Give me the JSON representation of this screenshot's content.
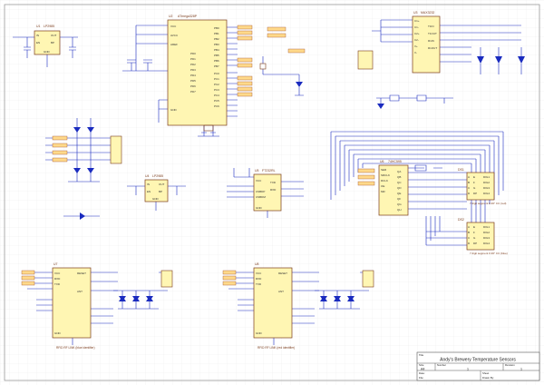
{
  "schematic": {
    "title_block": {
      "title": "Andy's Brewery Temperature Sensors",
      "size_label": "Size",
      "number_label": "Number",
      "revision_label": "Revision",
      "size_value": "A4",
      "number_value": "1",
      "revision_value": "1",
      "date_label": "Date:",
      "sheet_label": "Sheet",
      "file_label": "File:",
      "drawn_label": "Drawn By:"
    },
    "components": {
      "reg1": {
        "ref": "U1",
        "part": "LP2985",
        "pins": [
          "IN",
          "OUT",
          "GND",
          "EN",
          "BP"
        ]
      },
      "mcu": {
        "ref": "U2",
        "part": "ATmega328P",
        "pins": [
          "VCC",
          "AVCC",
          "AREF",
          "GND",
          "PB0",
          "PB1",
          "PB2",
          "PB3",
          "PB4",
          "PB5",
          "PB6",
          "PB7",
          "PC0",
          "PC1",
          "PC2",
          "PC3",
          "PC4",
          "PC5",
          "PC6",
          "PD0",
          "PD1",
          "PD2",
          "PD3",
          "PD4",
          "PD5",
          "PD6",
          "PD7"
        ]
      },
      "rs232": {
        "ref": "U3",
        "part": "MAX3232",
        "pins": [
          "C1+",
          "C1-",
          "C2+",
          "C2-",
          "V+",
          "V-",
          "T1IN",
          "T1OUT",
          "R1IN",
          "R1OUT"
        ]
      },
      "reg2": {
        "ref": "U4",
        "part": "LP2985",
        "pins": [
          "IN",
          "OUT",
          "GND",
          "EN",
          "BP"
        ]
      },
      "usb_uart": {
        "ref": "U5",
        "part": "FT232RL",
        "pins": [
          "VCC",
          "GND",
          "TXD",
          "RXD",
          "USBDP",
          "USBDM"
        ]
      },
      "shift": {
        "ref": "U6",
        "part": "74HC595",
        "pins": [
          "SER",
          "SRCLK",
          "RCLK",
          "OE",
          "MR",
          "QA",
          "QB",
          "QC",
          "QD",
          "QE",
          "QF",
          "QG",
          "QH"
        ]
      },
      "seg_red": {
        "ref": "DS1",
        "label": "7 digit segment 0.36\" CC (red)",
        "pins": [
          "A",
          "B",
          "C",
          "D",
          "E",
          "F",
          "G",
          "DP",
          "DIG1",
          "DIG2",
          "DIG3",
          "DIG4"
        ]
      },
      "seg_blue": {
        "ref": "DS2",
        "label": "7 digit segment 0.36\" CC (blue)",
        "pins": [
          "A",
          "B",
          "C",
          "D",
          "E",
          "F",
          "G",
          "DP",
          "DIG1",
          "DIG2",
          "DIG3",
          "DIG4"
        ]
      },
      "rf_blue": {
        "ref": "U7",
        "label": "RFID RF LINK (blue identifier)",
        "pins": [
          "VCC",
          "GND",
          "RXD",
          "TXD",
          "RESET",
          "ANT"
        ]
      },
      "rf_red": {
        "ref": "U8",
        "label": "RFID RF LINK (red identifier)",
        "pins": [
          "VCC",
          "GND",
          "RXD",
          "TXD",
          "RESET",
          "ANT"
        ]
      }
    }
  }
}
